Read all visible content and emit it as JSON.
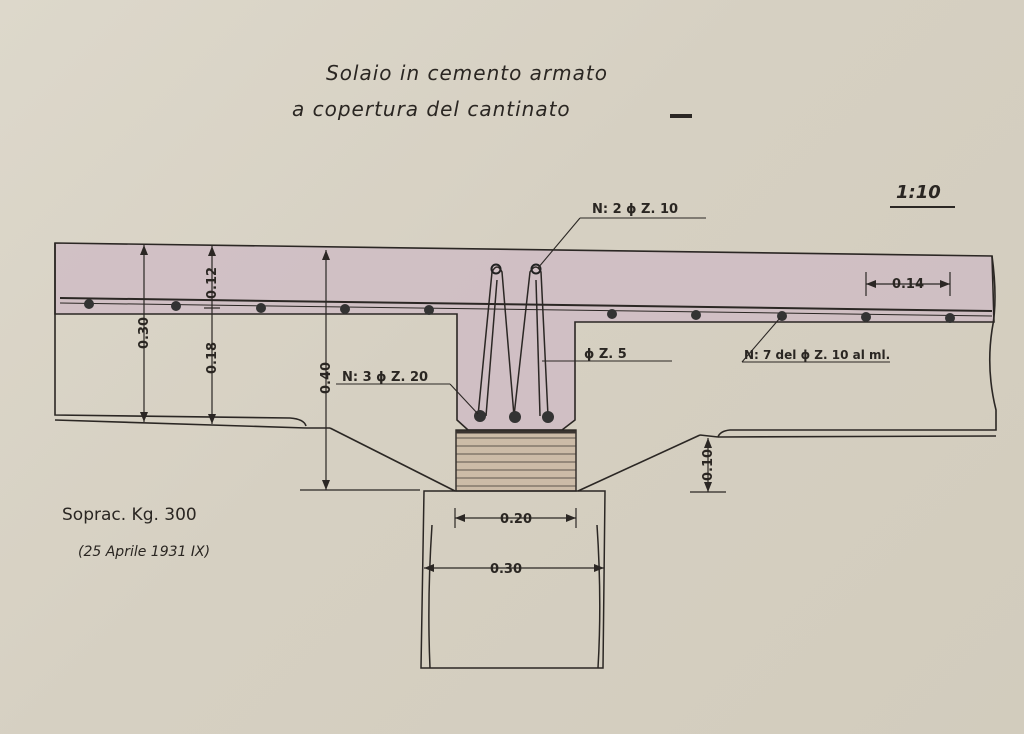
{
  "title": {
    "line1": "Solaio in cemento armato",
    "line2": "a copertura del cantinato"
  },
  "scale": "1:10",
  "annotations": {
    "top_bars": "N: 2 ϕ Z. 10",
    "stirrups": "ϕ Z. 5",
    "bottom_bars": "N: 3 ϕ Z. 20",
    "slab_bars": "N: 7 del ϕ Z. 10 al ml."
  },
  "dimensions": {
    "slab_total": "0.30",
    "slab_top": "0.12",
    "slab_joist": "0.18",
    "beam_depth": "0.40",
    "bar_spacing": "0.14",
    "haunch": "0.10",
    "rib_width": "0.20",
    "wall_width": "0.30"
  },
  "load_note": "Soprac. Kg. 300",
  "date_note": "(25 Aprile 1931 IX)",
  "colors": {
    "concrete_fill": "#cdb9c4",
    "ink": "#2b2724",
    "paper": "#d9d3c5"
  }
}
